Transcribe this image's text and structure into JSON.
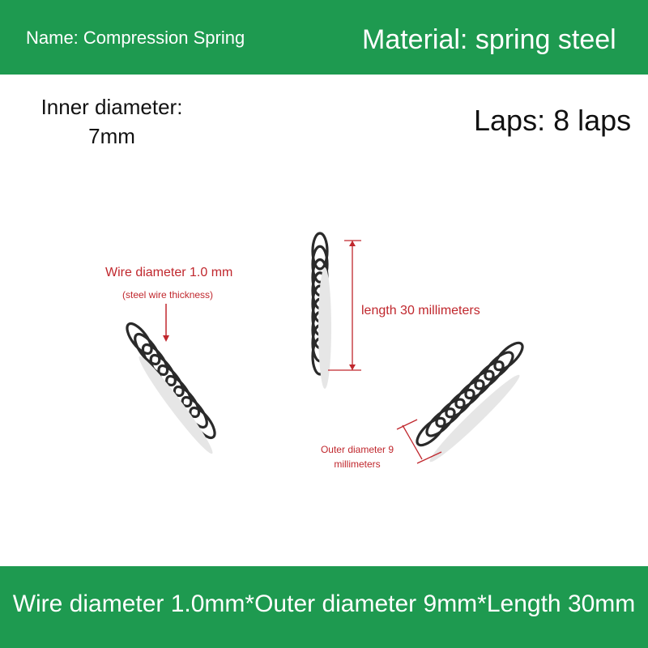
{
  "header": {
    "name": "Name: Compression Spring",
    "material": "Material: spring steel"
  },
  "specs": {
    "inner_diameter_label": "Inner diameter:",
    "inner_diameter_value": "7mm",
    "laps": "Laps: 8 laps"
  },
  "annotations": {
    "wire_diameter": "Wire diameter 1.0 mm",
    "wire_diameter_note": "(steel wire thickness)",
    "length": "length 30 millimeters",
    "outer_diameter_line1": "Outer diameter 9",
    "outer_diameter_line2": "millimeters"
  },
  "footer": {
    "text": "Wire diameter 1.0mm*Outer diameter 9mm*Length 30mm"
  },
  "colors": {
    "banner": "#1e9a50",
    "annotation": "#c0272d",
    "spring": "#2a2a2a"
  }
}
